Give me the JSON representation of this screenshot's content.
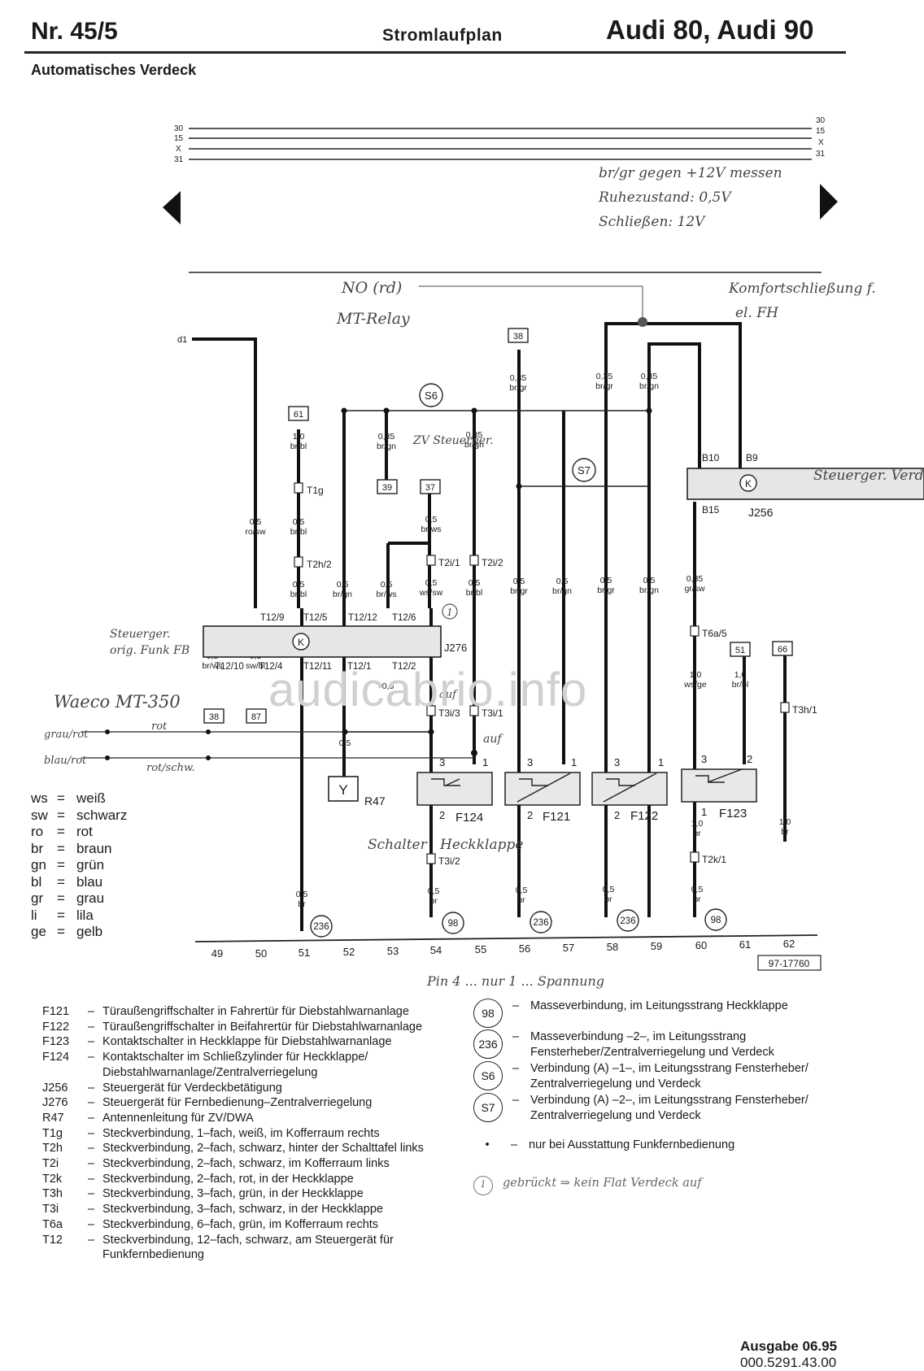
{
  "header": {
    "number": "Nr. 45/5",
    "doc_type": "Stromlaufplan",
    "vehicle": "Audi 80, Audi 90",
    "subtitle": "Automatisches Verdeck"
  },
  "watermark": "audicabrio.info",
  "rails": {
    "left": [
      "30",
      "15",
      "X",
      "31"
    ],
    "right": [
      "30",
      "15",
      "X",
      "31"
    ]
  },
  "handwriting": {
    "note1": "br/gr gegen +12V messen",
    "note2": "Ruhezustand: 0,5V",
    "note3": "Schließen: 12V",
    "relay1": "NO (rd)",
    "relay2": "MT-Relay",
    "komfort1": "Komfortschließung f.",
    "komfort2": "el. FH",
    "steuerger_v": "Steuerger. Verd",
    "steuerger_orig": "Steuerger.",
    "steuerger_orig2": "orig. Funk FB",
    "waeco": "Waeco MT-350",
    "graurot": "grau/rot",
    "blaurot": "blau/rot",
    "rot": "rot",
    "rotschw": "rot/schw.",
    "zv": "ZV Steuerger.",
    "auf1": "auf",
    "auf2": "auf",
    "schalter": "Schalter",
    "heckklappe": "Heckklappe",
    "bottom_note": "Pin 4 ... nur 1 ... Spannung",
    "circ1": "1",
    "gebrueckt": "gebrückt ⇒ kein Flat Verdeck auf"
  },
  "diagram": {
    "d1": "d1",
    "boxes": [
      "38",
      "61",
      "39",
      "37",
      "51",
      "66",
      "38",
      "87"
    ],
    "s6": "S6",
    "s7": "S7",
    "wires": {
      "w1a": "0,35",
      "w1b": "br/gr",
      "w2a": "0,35",
      "w2b": "br/gr",
      "w3a": "0,35",
      "w3b": "br/gn",
      "w4a": "1,0",
      "w4b": "br/bl",
      "w5a": "0,35",
      "w5b": "br/gn",
      "w6a": "0,35",
      "w6b": "br/gn",
      "w7a": "0,5",
      "w7b": "ro/sw",
      "w8a": "0,5",
      "w8b": "br/bl",
      "w9a": "0,5",
      "w9b": "br/ws",
      "w10a": "0,5",
      "w10b": "br/bl",
      "w11a": "0,5",
      "w11b": "br/gn",
      "w12a": "0,5",
      "w12b": "br/ws",
      "w13a": "0,5",
      "w13b": "ws/sw",
      "w14a": "0,5",
      "w14b": "br/bl",
      "w15a": "0,5",
      "w15b": "br/gr",
      "w16a": "0,5",
      "w16b": "br/gn",
      "w17a": "0,5",
      "w17b": "br/gr",
      "w18a": "0,5",
      "w18b": "br/gn",
      "w19a": "0,35",
      "w19b": "gr/sw",
      "w20a": "0,5",
      "w20b": "br/ws",
      "w21a": "0,5",
      "w21b": "sw/bl",
      "w22a": "0,5",
      "w23a": "1,0",
      "w23b": "ws/ge",
      "w24a": "1,0",
      "w24b": "br/bl",
      "w25a": "0,5",
      "w26a": "1,0",
      "w26b": "br",
      "w27a": "1,0",
      "w27b": "br",
      "w28a": "0,5",
      "w28b": "br",
      "w29a": "0,5",
      "w29b": "br",
      "w30a": "0,5",
      "w30b": "br",
      "w31a": "0,5",
      "w31b": "br",
      "w32a": "0,5",
      "w32b": "br"
    },
    "pins": {
      "t129": "T12/9",
      "t125": "T12/5",
      "t1212": "T12/12",
      "t126": "T12/6",
      "t1210": "T12/10",
      "t124": "T12/4",
      "t1211": "T12/11",
      "t121": "T12/1",
      "t122": "T12/2",
      "b10": "B10",
      "b9": "B9",
      "b15": "B15",
      "t1g": "T1g",
      "t2h2": "T2h/2",
      "t2i1": "T2i/1",
      "t2i2": "T2i/2",
      "t3i3": "T3i/3",
      "t3i1": "T3i/1",
      "t3i2": "T3i/2",
      "t6a5": "T6a/5",
      "t3h1": "T3h/1",
      "t2k1": "T2k/1"
    },
    "components": {
      "j276": "J276",
      "j256": "J256",
      "r47": "R47",
      "r47sym": "Y",
      "f124": "F124",
      "f121": "F121",
      "f122": "F122",
      "f123": "F123",
      "k1": "K",
      "k2": "K"
    },
    "terms": {
      "f124_3": "3",
      "f124_1": "1",
      "f124_2": "2",
      "f121_3": "3",
      "f121_1": "1",
      "f121_2": "2",
      "f122_3": "3",
      "f122_1": "1",
      "f122_2": "2",
      "f123_3": "3",
      "f123_2": "2",
      "f123_1": "1"
    },
    "grounds": [
      "236",
      "98",
      "236",
      "236",
      "98"
    ],
    "columns": [
      "49",
      "50",
      "51",
      "52",
      "53",
      "54",
      "55",
      "56",
      "57",
      "58",
      "59",
      "60",
      "61",
      "62"
    ],
    "refno": "97-17760"
  },
  "color_codes": [
    {
      "code": "ws",
      "eq": "=",
      "name": "weiß"
    },
    {
      "code": "sw",
      "eq": "=",
      "name": "schwarz"
    },
    {
      "code": "ro",
      "eq": "=",
      "name": "rot"
    },
    {
      "code": "br",
      "eq": "=",
      "name": "braun"
    },
    {
      "code": "gn",
      "eq": "=",
      "name": "grün"
    },
    {
      "code": "bl",
      "eq": "=",
      "name": "blau"
    },
    {
      "code": "gr",
      "eq": "=",
      "name": "grau"
    },
    {
      "code": "li",
      "eq": "=",
      "name": "lila"
    },
    {
      "code": "ge",
      "eq": "=",
      "name": "gelb"
    }
  ],
  "legend_left": [
    {
      "code": "F121",
      "dash": "–",
      "text": "Türaußengriffschalter in Fahrertür für Diebstahlwarnanlage"
    },
    {
      "code": "F122",
      "dash": "–",
      "text": "Türaußengriffschalter in Beifahrertür für Diebstahlwarnanlage"
    },
    {
      "code": "F123",
      "dash": "–",
      "text": "Kontaktschalter in Heckklappe für Diebstahlwarnanlage"
    },
    {
      "code": "F124",
      "dash": "–",
      "text": "Kontaktschalter im Schließzylinder für Heckklappe/ Diebstahlwarnanlage/Zentralverriegelung"
    },
    {
      "code": "J256",
      "dash": "–",
      "text": "Steuergerät für Verdeckbetätigung"
    },
    {
      "code": "J276",
      "dash": "–",
      "text": "Steuergerät für Fernbedienung–Zentralverriegelung"
    },
    {
      "code": "R47",
      "dash": "–",
      "text": "Antennenleitung für ZV/DWA"
    },
    {
      "code": "T1g",
      "dash": "–",
      "text": "Steckverbindung, 1–fach, weiß, im Kofferraum rechts"
    },
    {
      "code": "T2h",
      "dash": "–",
      "text": "Steckverbindung, 2–fach, schwarz, hinter der Schalttafel links"
    },
    {
      "code": "T2i",
      "dash": "–",
      "text": "Steckverbindung, 2–fach, schwarz, im Kofferraum links"
    },
    {
      "code": "T2k",
      "dash": "–",
      "text": "Steckverbindung, 2–fach, rot, in der Heckklappe"
    },
    {
      "code": "T3h",
      "dash": "–",
      "text": "Steckverbindung, 3–fach, grün, in der Heckklappe"
    },
    {
      "code": "T3i",
      "dash": "–",
      "text": "Steckverbindung, 3–fach, schwarz, in der Heckklappe"
    },
    {
      "code": "T6a",
      "dash": "–",
      "text": "Steckverbindung, 6–fach, grün, im Kofferraum rechts"
    },
    {
      "code": "T12",
      "dash": "–",
      "text": "Steckverbindung, 12–fach, schwarz, am Steuergerät für Funkfernbedienung"
    }
  ],
  "legend_right": [
    {
      "sym": "98",
      "dash": "–",
      "text": "Masseverbindung, im Leitungsstrang Heckklappe"
    },
    {
      "sym": "236",
      "dash": "–",
      "text": "Masseverbindung –2–, im Leitungsstrang Fensterheber/Zentralverriegelung und Verdeck"
    },
    {
      "sym": "S6",
      "dash": "–",
      "text": "Verbindung (A) –1–, im Leitungsstrang Fensterheber/ Zentralverriegelung und Verdeck"
    },
    {
      "sym": "S7",
      "dash": "–",
      "text": "Verbindung (A) –2–, im Leitungsstrang Fensterheber/ Zentralverriegelung und Verdeck"
    }
  ],
  "legend_dot": {
    "sym": "•",
    "dash": "–",
    "text": "nur bei Ausstattung Funkfernbedienung"
  },
  "footer": {
    "edition": "Ausgabe 06.95",
    "partno": "000.5291.43.00"
  }
}
